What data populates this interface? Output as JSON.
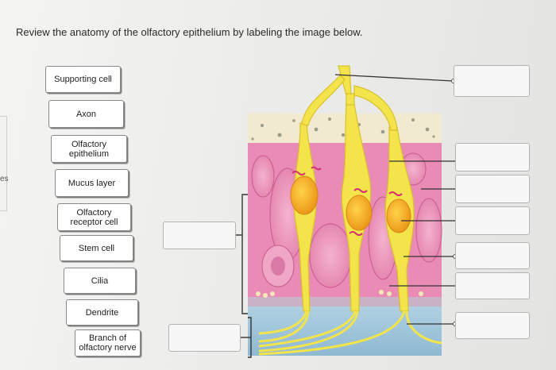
{
  "instruction": "Review the anatomy of the olfactory epithelium by labeling the image below.",
  "side_tab_text": "es",
  "terms": [
    {
      "id": "supporting-cell",
      "label": "Supporting cell"
    },
    {
      "id": "axon",
      "label": "Axon"
    },
    {
      "id": "olfactory-epithelium",
      "label": "Olfactory epithelium"
    },
    {
      "id": "mucus-layer",
      "label": "Mucus layer"
    },
    {
      "id": "olfactory-receptor-cell",
      "label": "Olfactory receptor cell"
    },
    {
      "id": "stem-cell",
      "label": "Stem cell"
    },
    {
      "id": "cilia",
      "label": "Cilia"
    },
    {
      "id": "dendrite",
      "label": "Dendrite"
    },
    {
      "id": "branch-of-olfactory-nerve",
      "label": "Branch of olfactory nerve"
    }
  ],
  "colors": {
    "epithelium_pink": "#e98bb4",
    "mucus_cream": "#f1ead0",
    "neuron_yellow": "#f2e44a",
    "nucleus_orange": "#f0a21e",
    "basal_blue": "#9cc4da"
  }
}
